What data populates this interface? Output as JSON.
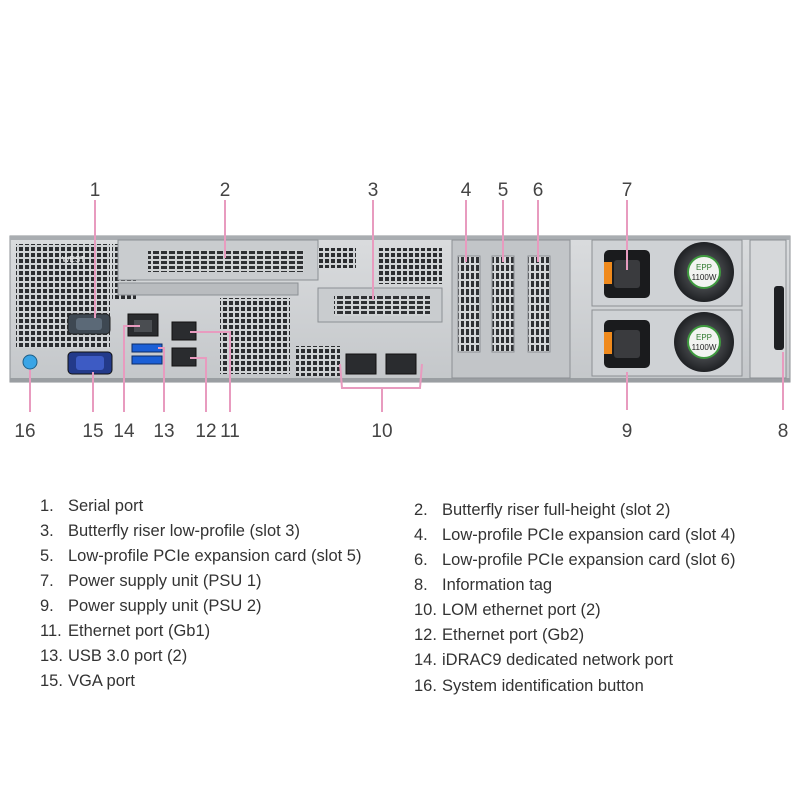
{
  "callouts": [
    "1",
    "2",
    "3",
    "4",
    "5",
    "6",
    "7",
    "8",
    "9",
    "10",
    "11",
    "12",
    "13",
    "14",
    "15",
    "16"
  ],
  "chassis_label": "WEST",
  "psu_badges": [
    {
      "top": "EPP",
      "bottom": "1100W"
    },
    {
      "top": "EPP",
      "bottom": "1100W"
    }
  ],
  "legend": [
    {
      "num": "1.",
      "text": "Serial port"
    },
    {
      "num": "2.",
      "text": "Butterfly riser full-height (slot 2)"
    },
    {
      "num": "3.",
      "text": "Butterfly riser low-profile (slot 3)"
    },
    {
      "num": "4.",
      "text": "Low-profile PCIe expansion card (slot 4)"
    },
    {
      "num": "5.",
      "text": "Low-profile PCIe expansion card (slot 5)"
    },
    {
      "num": "6.",
      "text": "Low-profile PCIe expansion card (slot 6)"
    },
    {
      "num": "7.",
      "text": "Power supply unit (PSU 1)"
    },
    {
      "num": "8.",
      "text": "Information tag"
    },
    {
      "num": "9.",
      "text": "Power supply unit (PSU 2)"
    },
    {
      "num": "10.",
      "text": "LOM ethernet port (2)"
    },
    {
      "num": "11.",
      "text": "Ethernet port (Gb1)"
    },
    {
      "num": "12.",
      "text": "Ethernet port (Gb2)"
    },
    {
      "num": "13.",
      "text": "USB 3.0 port (2)"
    },
    {
      "num": "14.",
      "text": "iDRAC9 dedicated network port"
    },
    {
      "num": "15.",
      "text": "VGA port"
    },
    {
      "num": "16.",
      "text": "System identification button"
    }
  ]
}
